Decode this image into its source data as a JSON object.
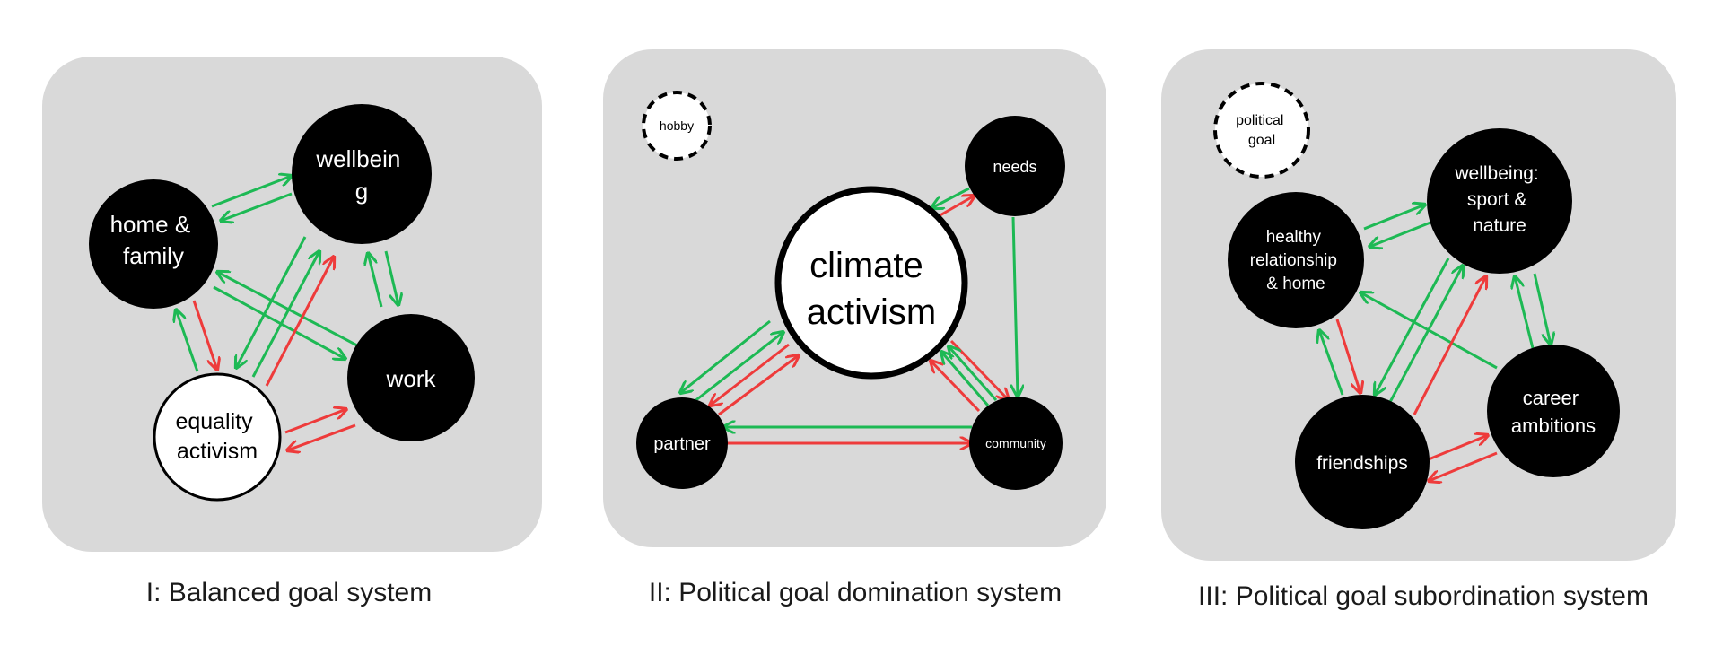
{
  "colors": {
    "panel": "#d9d9d9",
    "node_dark": "#000000",
    "node_light": "#ffffff",
    "arrow_green": "#1db954",
    "arrow_red": "#ee3b3b"
  },
  "panels": [
    {
      "caption": "I: Balanced goal system",
      "nodes": [
        {
          "label_lines": [
            "wellbein",
            "g"
          ]
        },
        {
          "label_lines": [
            "home &",
            "family"
          ]
        },
        {
          "label_lines": [
            "work"
          ]
        },
        {
          "label_lines": [
            "equality",
            "activism"
          ]
        }
      ]
    },
    {
      "caption": "II: Political goal domination system",
      "nodes": [
        {
          "label_lines": [
            "hobby"
          ]
        },
        {
          "label_lines": [
            "needs"
          ]
        },
        {
          "label_lines": [
            "climate",
            "activism"
          ]
        },
        {
          "label_lines": [
            "partner"
          ]
        },
        {
          "label_lines": [
            "community"
          ]
        }
      ]
    },
    {
      "caption": "III: Political goal subordination system",
      "nodes": [
        {
          "label_lines": [
            "political",
            "goal"
          ]
        },
        {
          "label_lines": [
            "wellbeing:",
            "sport &",
            "nature"
          ]
        },
        {
          "label_lines": [
            "healthy",
            "relationship",
            "& home"
          ]
        },
        {
          "label_lines": [
            "career",
            "ambitions"
          ]
        },
        {
          "label_lines": [
            "friendships"
          ]
        }
      ]
    }
  ]
}
